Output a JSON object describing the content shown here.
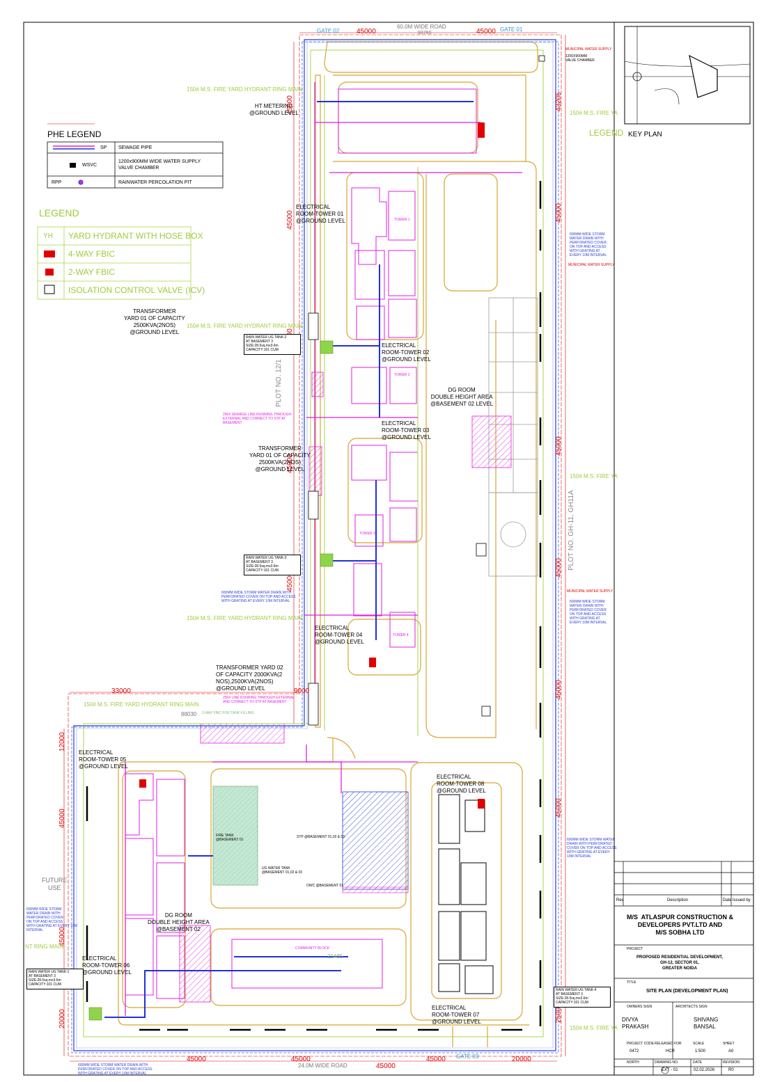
{
  "roads": {
    "top": "60.0M WIDE ROAD",
    "top_dim": "93760",
    "bottom": "24.0M WIDE ROAD",
    "gate_top_left": "GATE 02",
    "gate_top_right": "GATE 01",
    "gate_bottom": "GATE 03"
  },
  "phe_legend": {
    "title": "PHE LEGEND",
    "rows": [
      {
        "symbol": "SP",
        "desc": "SEWAGE PIPE"
      },
      {
        "symbol": "WSVC",
        "desc": "1200x900MM WIDE WATER SUPPLY\nVALVE CHAMBER"
      },
      {
        "symbol": "RPP",
        "desc": "RAINWATER PERCOLATION PIT"
      }
    ]
  },
  "legend": {
    "title": "LEGEND",
    "rows": [
      {
        "symbol": "YH",
        "desc": "YARD HYDRANT WITH HOSE BOX"
      },
      {
        "symbol": "",
        "desc": "4-WAY FBIC"
      },
      {
        "symbol": "",
        "desc": "2-WAY FBIC"
      },
      {
        "symbol": "",
        "desc": "ISOLATION CONTROL VALVE (ICV)"
      }
    ]
  },
  "labels": {
    "ht_metering": "HT METERING\n@GROUND LEVEL",
    "transformer_yard_1a": "TRANSFORMER\nYARD 01 OF CAPACITY\n2500KVA(2NOS)\n@GROUND LEVEL",
    "transformer_yard_1b": "TRANSFORMER\nYARD 01 OF CAPACITY\n2500KVA(2NOS)\n@GROUND LEVEL",
    "transformer_yard_2": "TRANSFORMER YARD 02\nOF CAPACITY 2000KVA(2\nNOS),2500KVA(2NOS)\n@GROUND LEVEL",
    "er_tower_01": "ELECTRICAL\nROOM-TOWER 01\n@GROUND LEVEL",
    "er_tower_02": "ELECTRICAL\nROOM-TOWER 02\n@GROUND LEVEL",
    "er_tower_03": "ELECTRICAL\nROOM-TOWER 03\n@GROUND LEVEL",
    "er_tower_04": "ELECTRICAL\nROOM-TOWER 04\n@GROUND LEVEL",
    "er_tower_05": "ELECTRICAL\nROOM-TOWER 05\n@GROUND LEVEL",
    "er_tower_06": "ELECTRICAL\nROOM-TOWER 06\n@GROUND LEVEL",
    "er_tower_07": "ELECTRICAL\nROOM-TOWER 07\n@GROUND LEVEL",
    "er_tower_08": "ELECTRICAL\nROOM-TOWER 08\n@GROUND LEVEL",
    "dg_room_1": "DG ROOM\nDOUBLE HEIGHT AREA\n@BASEMENT 02 LEVEL",
    "dg_room_2": "DG ROOM\nDOUBLE HEIGHT AREA\n@BASEMENT 02",
    "fire_tank": "FIRE TANK\n@BASEMENT 01",
    "ug_water_tank": "UG WATER TANK\n@BASEMENT 01,02 & 03",
    "stp": "STP @BASEMENT 01,02 & 03",
    "owc": "OWC @BASEMENT 01",
    "future_use": "FUTURE\nUSE",
    "rw_tank_2": "RAIN WATER UG TANK-2\nAT BASEMENT 3\nSIZE:28.5sq.mx3.6m\nCAPACITY:101 CUM",
    "rw_tank_3": "RAIN WATER UG TANK-3\nAT BASEMENT 3\nSIZE:28.5sq.mx3.6m\nCAPACITY:101 CUM",
    "rw_tank_4": "RAIN WATER UG TANK-4\nAT BASEMENT 3\nSIZE:28.5sq.mx3.6m\nCAPACITY:101 CUM",
    "rw_tank_1": "RAIN WATER UG TANK-1\nAT BASEMENT 3\nSIZE:28.5sq.mx3.6m\nCAPACITY:101 CUM",
    "sewage_line_1": "250# SEWAGE LINE RUNNING THROUGH\nEXTERNAL AND CONNECT TO STP AT\nBASEMENT",
    "sewage_line_2": "250# LINE RUNNING THROUGH EXTERNAL\nAND CONNECT TO STP AT BASEMENT",
    "fire_ring_1": "150# M.S. FIRE YARD HYDRANT RING MAIN",
    "fire_ring_2": "150# M.S. FIRE YARD HYDRANT RING MAIN",
    "fire_ring_3": "150# M.S. FIRE YARD HYDRANT RING MAIN",
    "fire_ring_4": "150# M.S. FIRE YARD HYDRANT RING MAIN",
    "fire_ring_r1": "150# M.S. FIRE YA",
    "fire_ring_r2": "150# M.S. FIRE YA",
    "fire_ring_r3": "150# M.S. FIRE YA",
    "fire_ring_left": "NT RING MAIN",
    "storm_drain_1": "600MM WIDE STORM\nWATER DRAIN WITH\nPERFORATED COVER\nON TOP AND ACCESS\nWITH GRATING AT\nEVERY 10M INTERVAL",
    "storm_drain_2": "600MM WIDE STORM\nWATER DRAIN WITH\nPERFORATED COVER\nON TOP AND ACCESS\nWITH GRATING AT\nEVERY 10M INTERVAL",
    "storm_drain_3": "600MM WIDE STORM WATER\nDRAIN WITH PERFORATED\nCOVER ON TOP AND ACCESS\nWITH GRATING AT EVERY\n10M INTERVAL",
    "storm_drain_4": "600MM WIDE STORM WATER DRAIN WITH\nPERFORATED COVER ON TOP AND ACCESS\nWITH GRATING AT EVERY 10M INTERVAL",
    "storm_drain_5": "600MM WIDE STORM\nWATER DRAIN WITH\nPERFORATED COVER\nON TOP AND ACCESS\nWITH GRATING AT EVERY 10M\nINTERVAL",
    "storm_drain_6": "600MM WIDE STORM WATER DRAIN WITH\nPERFORATED COVER ON TOP AND ACCESS\nWITH GRATING AT EVERY 10M INTERVAL",
    "municipal_1": "MUNICIPAL WATER SUPPLY",
    "municipal_2": "MUNICIPAL WATER SUPPLY",
    "municipal_3": "MUNICIPAL WATER SUPPLY",
    "valve_chamber": "1200X900MM\nVALVE CHAMBER",
    "plot_left": "PLOT NO. 12/1",
    "plot_right": "PLOT NO. GH-11, GH11A",
    "legend_right": "LEGEND",
    "tower_1": "TOWER 1",
    "tower_2": "TOWER 2",
    "tower_3": "TOWER 3",
    "tower_4": "TOWER 4",
    "community": "COMMUNITY BLOCK",
    "fbic_2way": "2-WAY FBIC FOR TANK FILLING"
  },
  "dimensions": {
    "top_left": "45000",
    "top_right": "45000",
    "bottom_1": "45000",
    "bottom_2": "45000",
    "bottom_3": "45000",
    "bottom_4": "20000",
    "mid_33000": "33000",
    "mid_9000": "9000",
    "mid_88030": "88030",
    "right_1": "43205",
    "right_2": "45000",
    "right_3": "45000",
    "right_4": "45000",
    "right_5": "45000",
    "right_6": "25000",
    "left_1": "12000",
    "left_2": "45000",
    "left_3": "45000",
    "left_4": "20000",
    "inner_1": "45000",
    "inner_2": "45000",
    "inner_3": "45000",
    "inner_4": "45000",
    "inner_5": "45000",
    "length_1": "21485"
  },
  "key_plan": {
    "title": "KEY PLAN"
  },
  "title_block": {
    "rev_col": "Rev",
    "desc_col": "Description",
    "date_col": "Date",
    "issued_col": "Issued by",
    "client": "M/S  ATLASPUR CONSTRUCTION &\nDEVELOPERS PVT.LTD AND\nM/S SOBHA LTD",
    "project_label": "PROJECT",
    "project": "PROPOSED RESIDENTIAL DEVELOPMENT,\nGH-12, SECTOR 01,\nGREATER NOIDA",
    "title_label": "TITLE",
    "title": "SITE PLAN (DEVELOPMENT PLAN)",
    "owners_sign": "OWNERS SIGN",
    "architects_sign": "ARCHITECTS SIGN",
    "owner_name": "DIVYA\nPRAKASH",
    "architect_name": "SHIVANG\nBANSAL",
    "project_code_label": "PROJECT CODE",
    "project_code": "0472",
    "released_label": "RELEASED FOR",
    "released": "HCR",
    "scale_label": "SCALE",
    "scale": "1:500",
    "sheet_label": "SHEET",
    "sheet": "A0",
    "north_label": "NORTH",
    "drawing_label": "DRAWING NO.",
    "drawing_no": "EXT - 01",
    "date_label": "DATE",
    "date": "02.02.2026",
    "revision_label": "REVISION",
    "revision": "R0"
  },
  "colors": {
    "fire": "#a8d44a",
    "sewage": "#e01ee0",
    "water": "#2230d8",
    "dim": "#e00000",
    "road": "#d8a530",
    "building": "#e01ee0",
    "storm": "#3a6bd8"
  }
}
